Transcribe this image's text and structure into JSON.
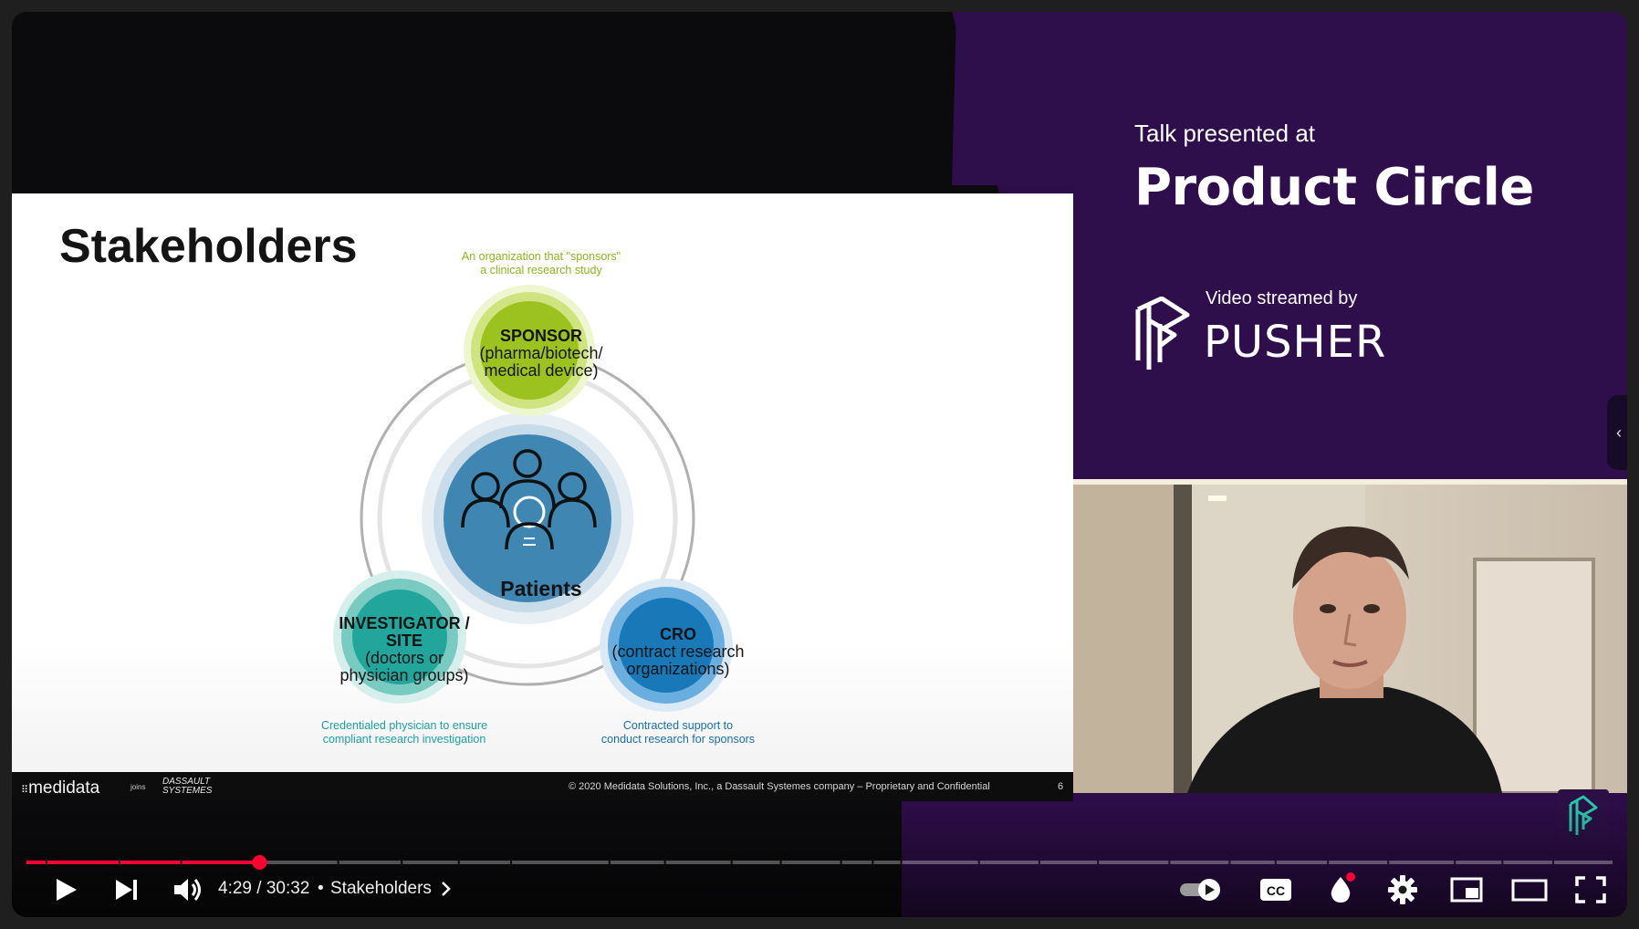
{
  "slide": {
    "title": "Stakeholders",
    "sponsor": {
      "annotation": "An organization that \"sponsors\"\na clinical research study",
      "title": "SPONSOR",
      "subtitle": "(pharma/biotech/\nmedical device)"
    },
    "patients_label": "Patients",
    "investigator": {
      "title": "INVESTIGATOR /\nSITE",
      "subtitle": "(doctors or\nphysician groups)",
      "annotation": "Credentialed physician to ensure\ncompliant research investigation"
    },
    "cro": {
      "title": "CRO",
      "subtitle": "(contract research\norganizations)",
      "annotation": "Contracted support to\nconduct research for sponsors"
    },
    "footer": {
      "logo_text": "medidata",
      "joins_text": "joins",
      "dassault_text": "DASSAULT\nSYSTEMES",
      "copyright": "© 2020 Medidata Solutions, Inc., a Dassault Systemes company – Proprietary and Confidential",
      "page_number": "6"
    },
    "colors": {
      "sponsor": "#9cc21f",
      "investigator": "#22a59b",
      "cro": "#1878b8",
      "patients": "#3f86b3"
    }
  },
  "branding": {
    "subtitle": "Talk presented at",
    "event_title": "Product Circle",
    "streamed_by": "Video streamed by",
    "streamer": "PUSHER",
    "panel_color": "#2c0d47"
  },
  "player": {
    "current_time": "4:29",
    "separator": "/",
    "duration": "30:32",
    "time_display": "4:29 / 30:32",
    "chapter_bullet": "•",
    "chapter_title": "Stakeholders",
    "progress_fraction": 0.147,
    "accent_color": "#ff0033",
    "controls": [
      "play-icon",
      "next-icon",
      "volume-icon",
      "autoplay-toggle",
      "captions-icon",
      "ambient-mode-icon",
      "settings-icon",
      "miniplayer-icon",
      "theater-mode-icon",
      "fullscreen-icon"
    ],
    "captions_label": "CC",
    "side_tab_glyph": "‹"
  }
}
